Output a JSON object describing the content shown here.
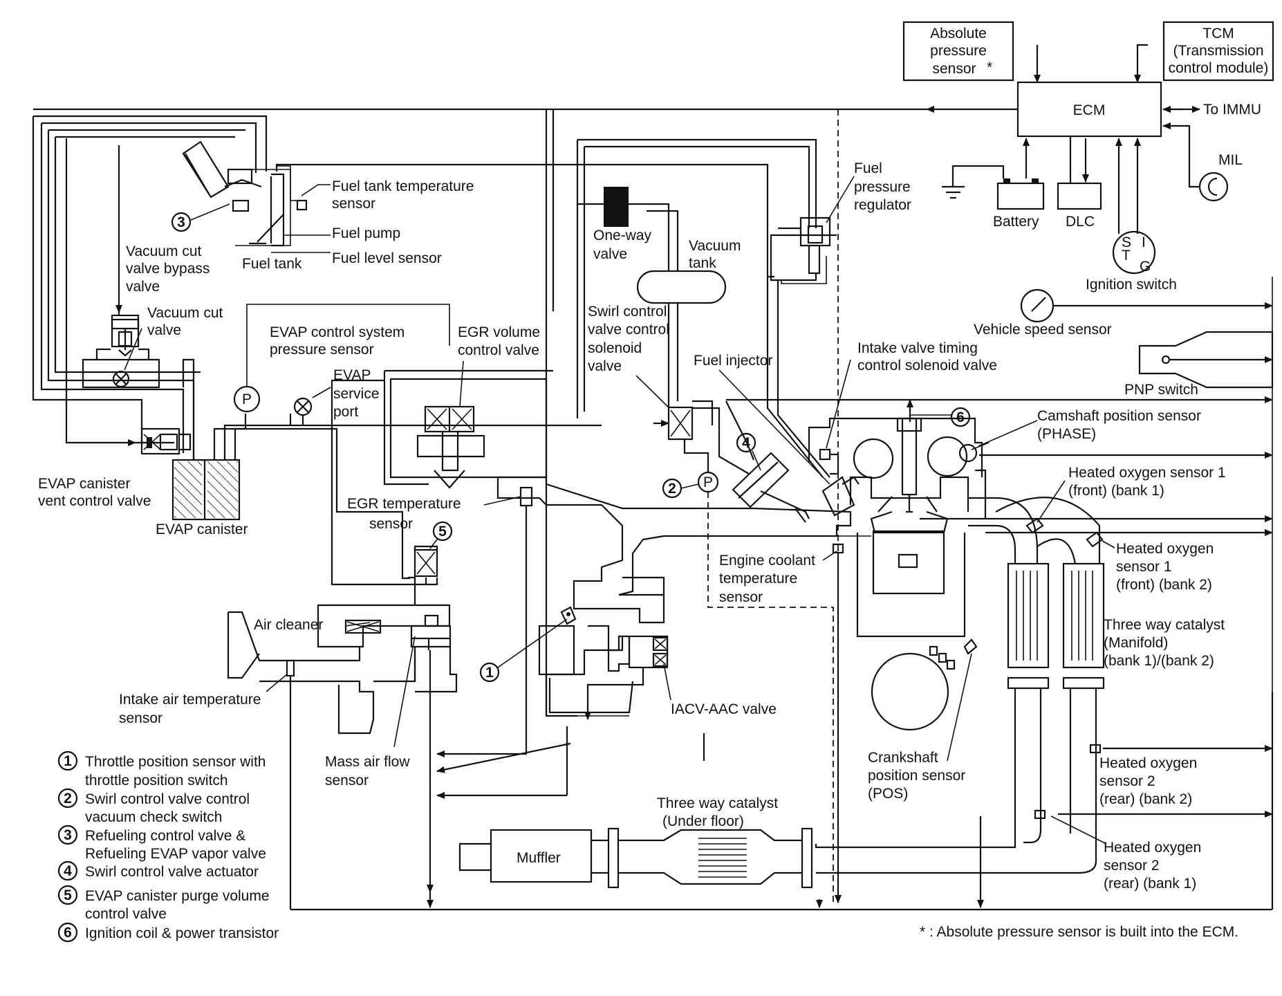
{
  "components": {
    "abs_pressure_sensor": [
      "Absolute",
      "pressure",
      "sensor"
    ],
    "abs_star": "*",
    "tcm": [
      "TCM",
      "(Transmission",
      "control module)"
    ],
    "ecm": "ECM",
    "to_immu": "To IMMU",
    "mil": "MIL",
    "battery": "Battery",
    "dlc": "DLC",
    "ign_letters": [
      "S",
      "T",
      "I",
      "G"
    ],
    "ignition_switch": "Ignition switch",
    "vehicle_speed_sensor": "Vehicle speed sensor",
    "pnp_switch": "PNP switch",
    "fuel_pressure_regulator": [
      "Fuel",
      "pressure",
      "regulator"
    ],
    "fuel_tank_temp_sensor": [
      "Fuel tank temperature",
      "sensor"
    ],
    "fuel_pump": "Fuel pump",
    "fuel_level_sensor": "Fuel level sensor",
    "fuel_tank": "Fuel tank",
    "vacuum_cut_bypass": [
      "Vacuum cut",
      "valve bypass",
      "valve"
    ],
    "vacuum_cut_valve": [
      "Vacuum cut",
      "valve"
    ],
    "one_way_valve": [
      "One-way",
      "valve"
    ],
    "vacuum_tank": [
      "Vacuum",
      "tank"
    ],
    "swirl_solenoid": [
      "Swirl control",
      "valve control",
      "solenoid",
      "valve"
    ],
    "evap_pressure_sensor": [
      "EVAP control system",
      "pressure sensor"
    ],
    "evap_service_port": [
      "EVAP",
      "service",
      "port"
    ],
    "egr_volume_valve": [
      "EGR volume",
      "control valve"
    ],
    "fuel_injector": "Fuel injector",
    "intake_valve_timing": [
      "Intake valve timing",
      "control solenoid valve"
    ],
    "camshaft_sensor": [
      "Camshaft position sensor",
      "(PHASE)"
    ],
    "ho2s1_bank1": [
      "Heated oxygen sensor 1",
      "(front) (bank 1)"
    ],
    "ho2s1_bank2": [
      "Heated oxygen",
      "sensor 1",
      "(front) (bank 2)"
    ],
    "twc_manifold": [
      "Three way catalyst",
      "(Manifold)",
      "(bank 1)/(bank 2)"
    ],
    "evap_vent_valve": [
      "EVAP canister",
      "vent control valve"
    ],
    "evap_canister": "EVAP canister",
    "egr_temp_sensor": [
      "EGR temperature",
      "sensor"
    ],
    "engine_coolant_temp": [
      "Engine coolant",
      "temperature",
      "sensor"
    ],
    "air_cleaner": "Air cleaner",
    "intake_air_temp": [
      "Intake air temperature",
      "sensor"
    ],
    "iacv_aac": "IACV-AAC valve",
    "mass_air_flow": [
      "Mass air flow",
      "sensor"
    ],
    "crankshaft_sensor": [
      "Crankshaft",
      "position sensor",
      "(POS)"
    ],
    "twc_under_floor": [
      "Three way catalyst",
      "(Under floor)"
    ],
    "muffler": "Muffler",
    "ho2s2_bank2": [
      "Heated oxygen",
      "sensor 2",
      "(rear) (bank 2)"
    ],
    "ho2s2_bank1": [
      "Heated oxygen",
      "sensor 2",
      "(rear) (bank 1)"
    ],
    "p_symbol": "P"
  },
  "callout_numbers": [
    "1",
    "2",
    "3",
    "4",
    "5",
    "6"
  ],
  "legend": [
    {
      "num": "1",
      "lines": [
        "Throttle position sensor with",
        "throttle position switch"
      ]
    },
    {
      "num": "2",
      "lines": [
        "Swirl control valve control",
        "vacuum check switch"
      ]
    },
    {
      "num": "3",
      "lines": [
        "Refueling control valve &",
        "Refueling EVAP vapor valve"
      ]
    },
    {
      "num": "4",
      "lines": [
        "Swirl control valve actuator"
      ]
    },
    {
      "num": "5",
      "lines": [
        "EVAP canister purge volume",
        "control valve"
      ]
    },
    {
      "num": "6",
      "lines": [
        "Ignition coil & power transistor"
      ]
    }
  ],
  "footnote": "* : Absolute pressure sensor is built into the ECM."
}
